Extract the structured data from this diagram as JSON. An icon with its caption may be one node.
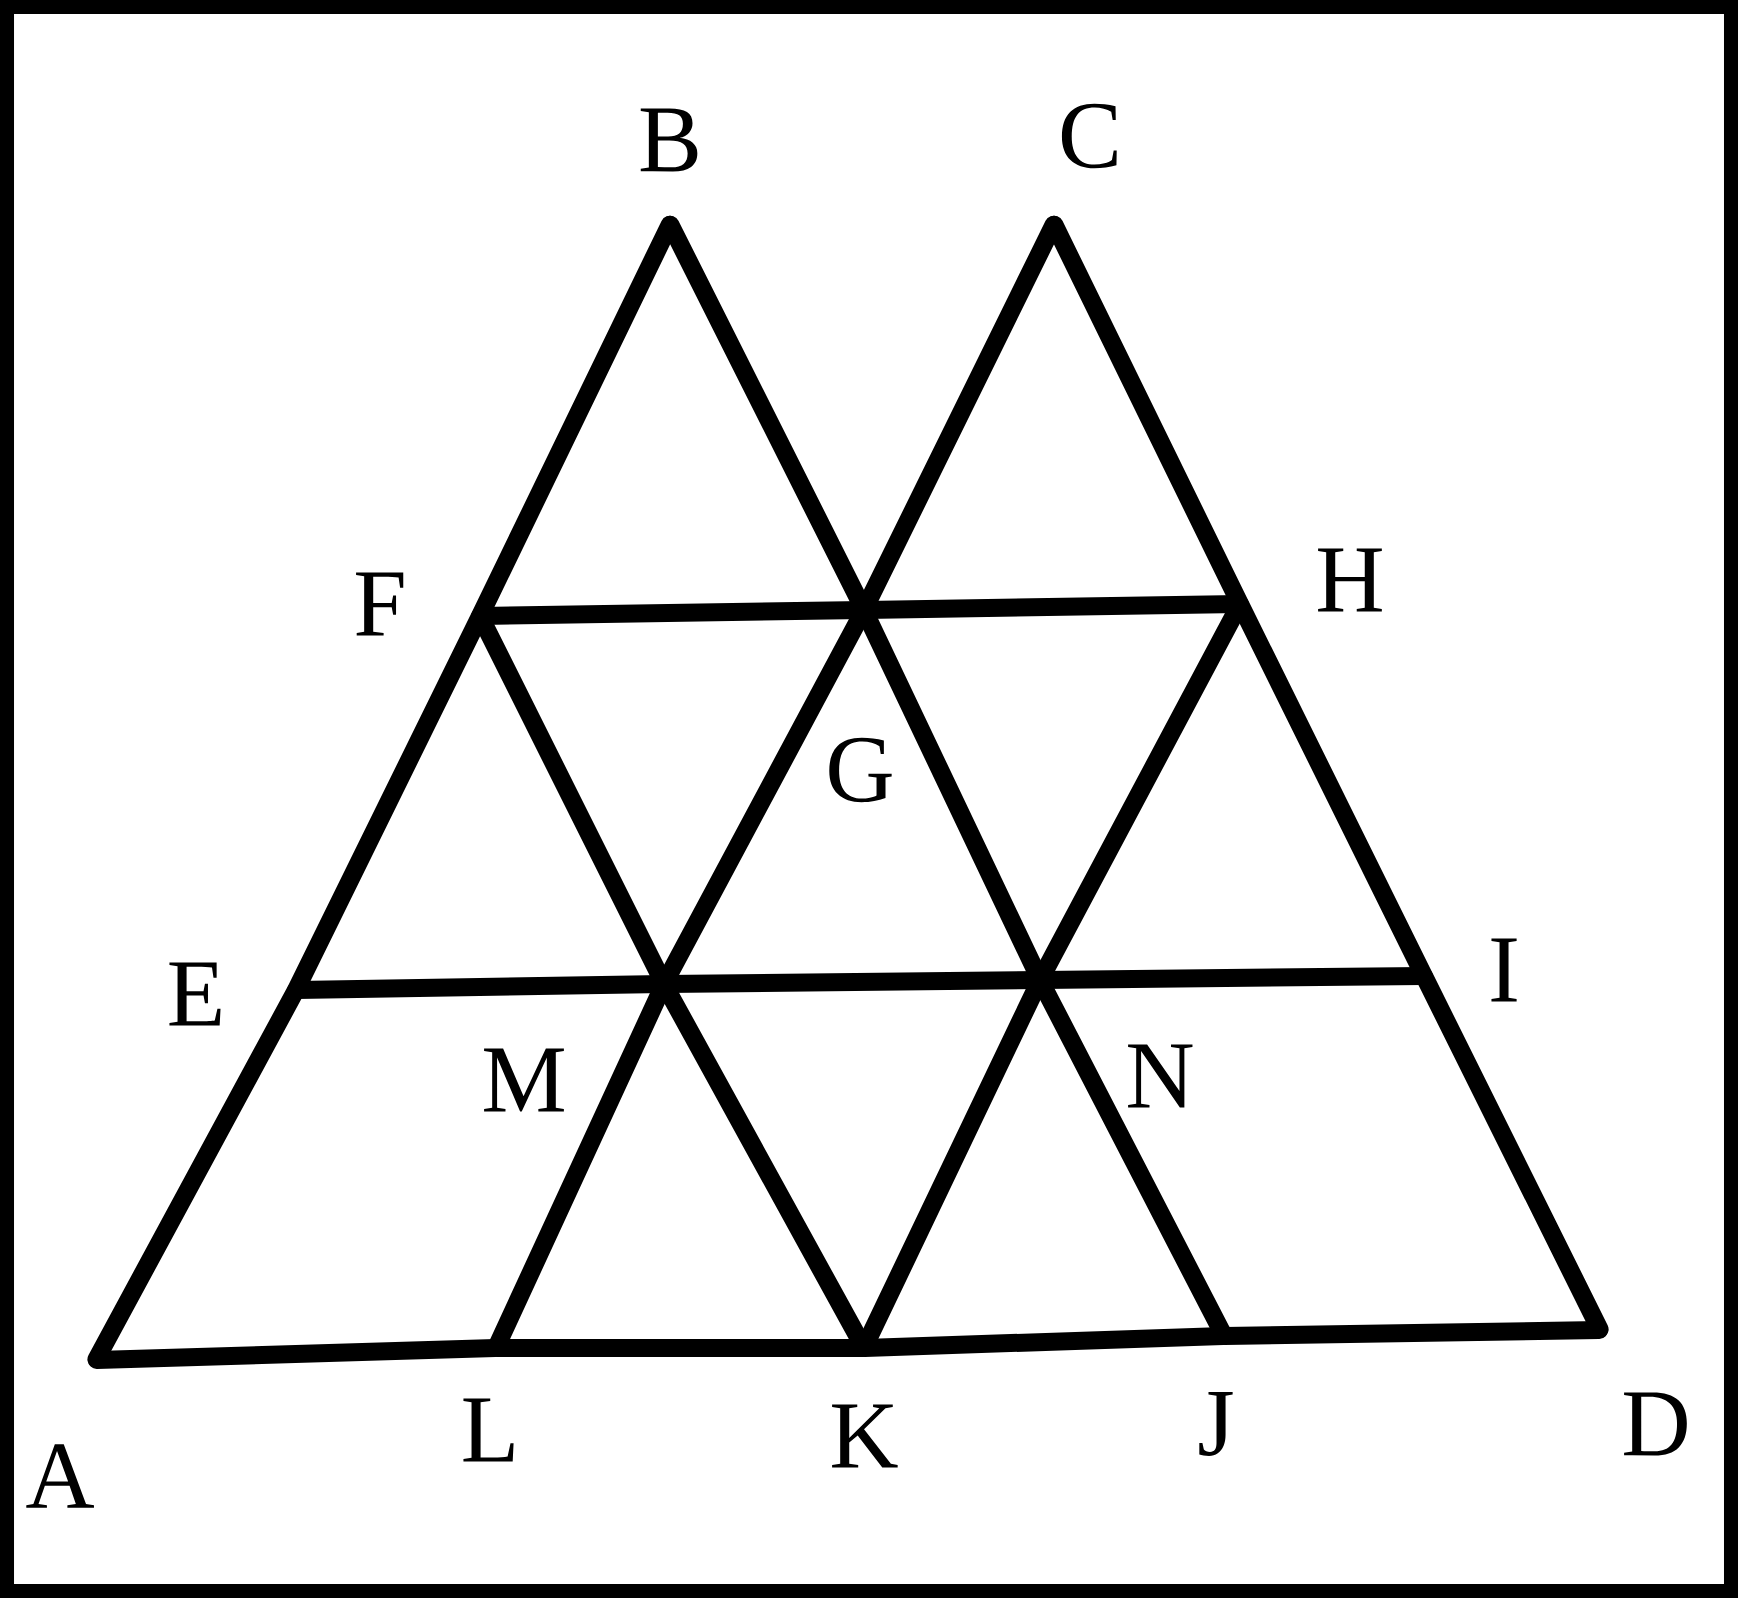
{
  "diagram": {
    "nodes": [
      {
        "text": [
          "B"
        ]
      },
      {
        "text": [
          "C"
        ]
      },
      {
        "text": [
          "F"
        ]
      },
      {
        "text": [
          "H"
        ]
      },
      {
        "text": [
          "G"
        ]
      },
      {
        "text": [
          "E"
        ]
      },
      {
        "text": [
          "I"
        ]
      },
      {
        "text": [
          "M"
        ]
      },
      {
        "text": [
          "N"
        ]
      },
      {
        "text": [
          "A"
        ]
      },
      {
        "text": [
          "L"
        ]
      },
      {
        "text": [
          "K"
        ]
      },
      {
        "text": [
          "J"
        ]
      },
      {
        "text": [
          "D"
        ]
      }
    ],
    "edges": [
      {
        "from": 9,
        "to": 5,
        "arrow": "none"
      },
      {
        "from": 5,
        "to": 2,
        "arrow": "none"
      },
      {
        "from": 2,
        "to": 0,
        "arrow": "none"
      },
      {
        "from": 0,
        "to": 4,
        "arrow": "none"
      },
      {
        "from": 4,
        "to": 8,
        "arrow": "none"
      },
      {
        "from": 8,
        "to": 12,
        "arrow": "none"
      },
      {
        "from": 1,
        "to": 4,
        "arrow": "none"
      },
      {
        "from": 4,
        "to": 7,
        "arrow": "none"
      },
      {
        "from": 7,
        "to": 10,
        "arrow": "none"
      },
      {
        "from": 1,
        "to": 3,
        "arrow": "none"
      },
      {
        "from": 3,
        "to": 6,
        "arrow": "none"
      },
      {
        "from": 6,
        "to": 13,
        "arrow": "none"
      },
      {
        "from": 2,
        "to": 4,
        "arrow": "none"
      },
      {
        "from": 4,
        "to": 3,
        "arrow": "none"
      },
      {
        "from": 5,
        "to": 7,
        "arrow": "none"
      },
      {
        "from": 7,
        "to": 8,
        "arrow": "none"
      },
      {
        "from": 8,
        "to": 6,
        "arrow": "none"
      },
      {
        "from": 9,
        "to": 10,
        "arrow": "none"
      },
      {
        "from": 10,
        "to": 11,
        "arrow": "none"
      },
      {
        "from": 11,
        "to": 12,
        "arrow": "none"
      },
      {
        "from": 12,
        "to": 13,
        "arrow": "none"
      },
      {
        "from": 2,
        "to": 7,
        "arrow": "none"
      },
      {
        "from": 7,
        "to": 11,
        "arrow": "none"
      },
      {
        "from": 11,
        "to": 8,
        "arrow": "none"
      },
      {
        "from": 8,
        "to": 3,
        "arrow": "none"
      }
    ]
  }
}
